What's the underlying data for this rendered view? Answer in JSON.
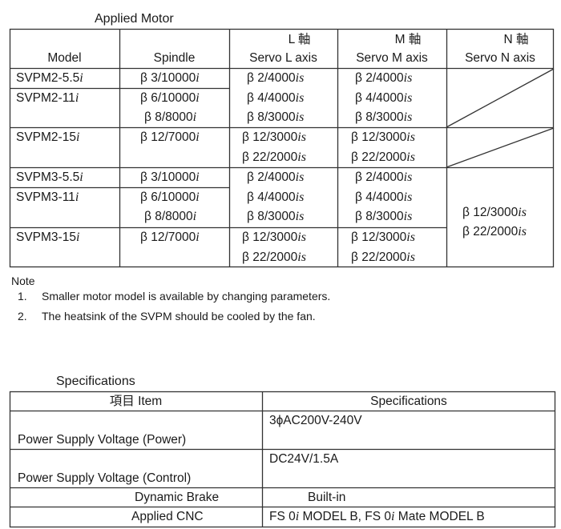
{
  "motor_section": {
    "title": "Applied Motor",
    "headers": {
      "model": "Model",
      "spindle": "Spindle",
      "servo_l_kanji": "L 軸",
      "servo_l": "Servo L axis",
      "servo_m_kanji": "M 軸",
      "servo_m": "Servo M axis",
      "servo_n_kanji": "N 軸",
      "servo_n": "Servo N axis"
    },
    "models": [
      "SVPM2-5.5",
      "SVPM2-11",
      "SVPM2-15",
      "SVPM3-5.5",
      "SVPM3-11",
      "SVPM3-15"
    ],
    "model_suffix": "i",
    "spindle": [
      [
        "β 3/10000"
      ],
      [
        "β 6/10000",
        "β 8/8000"
      ],
      [
        "β 12/7000"
      ],
      [
        "β 3/10000"
      ],
      [
        "β 6/10000",
        "β 8/8000"
      ],
      [
        "β 12/7000"
      ]
    ],
    "spindle_suffix": "i",
    "servo_l": [
      [
        "β 2/4000",
        "β 4/4000",
        "β 8/3000"
      ],
      [
        "β 12/3000",
        "β 22/2000"
      ],
      [
        "β 2/4000",
        "β 4/4000",
        "β 8/3000"
      ],
      [
        "β 12/3000",
        "β 22/2000"
      ]
    ],
    "servo_m": [
      [
        "β 2/4000",
        "β 4/4000",
        "β 8/3000"
      ],
      [
        "β 12/3000",
        "β 22/2000"
      ],
      [
        "β 2/4000",
        "β 4/4000",
        "β 8/3000"
      ],
      [
        "β 12/3000",
        "β 22/2000"
      ]
    ],
    "servo_n": [
      "β 12/3000",
      "β 22/2000"
    ],
    "servo_suffix": "is"
  },
  "notes": {
    "heading": "Note",
    "items": [
      {
        "num": "1.",
        "text": "Smaller motor model is available by changing parameters."
      },
      {
        "num": "2.",
        "text": "The heatsink of the SVPM should be cooled by the fan."
      }
    ]
  },
  "spec_section": {
    "title": "Specifications",
    "header_item": "項目  Item",
    "header_spec": "Specifications",
    "rows": [
      {
        "item": "Power Supply Voltage (Power)",
        "value": "3ϕAC200V-240V"
      },
      {
        "item": "Power Supply Voltage (Control)",
        "value": "DC24V/1.5A"
      },
      {
        "item": "Dynamic Brake",
        "value": "Built-in"
      },
      {
        "item": "Applied CNC",
        "value_a": "FS 0",
        "value_i": "i",
        "value_b": " MODEL B, FS 0",
        "value_i2": "i",
        "value_c": " Mate MODEL B"
      }
    ]
  }
}
